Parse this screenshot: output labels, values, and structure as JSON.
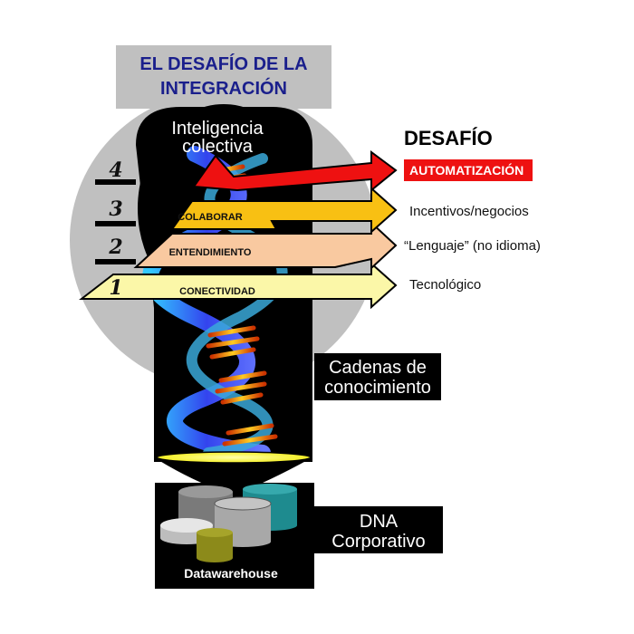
{
  "title": {
    "line1": "EL DESAFÍO DE LA",
    "line2": "INTEGRACIÓN"
  },
  "top_label": {
    "line1": "Inteligencia",
    "line2": "colectiva"
  },
  "levels": [
    {
      "number": "4",
      "label": "",
      "color": "#ee1111",
      "challenge": "AUTOMATIZACIÓN",
      "challenge_highlight": true
    },
    {
      "number": "3",
      "label": "COLABORAR",
      "color": "#f8c013",
      "challenge": "Incentivos/negocios",
      "challenge_highlight": false
    },
    {
      "number": "2",
      "label": "ENTENDIMIENTO",
      "color": "#f9c9a0",
      "challenge": "“Lenguaje” (no idioma)",
      "challenge_highlight": false
    },
    {
      "number": "1",
      "label": "CONECTIVIDAD",
      "color": "#fbf7a8",
      "challenge": "Tecnológico",
      "challenge_highlight": false
    }
  ],
  "challenge_header": "DESAFÍO",
  "dna_label": {
    "line1": "Cadenas de",
    "line2": "conocimiento"
  },
  "corporate_label": {
    "line1": "DNA",
    "line2": "Corporativo"
  },
  "warehouse_label": "Datawarehouse",
  "colors": {
    "title_blue": "#1a1f8c",
    "circle_gray": "#c0c0c0",
    "highlight_red": "#ee1111",
    "lens_yellow": "#f4ee22",
    "db_teal": "#1e8b8f",
    "db_olive": "#8c8a1a"
  }
}
